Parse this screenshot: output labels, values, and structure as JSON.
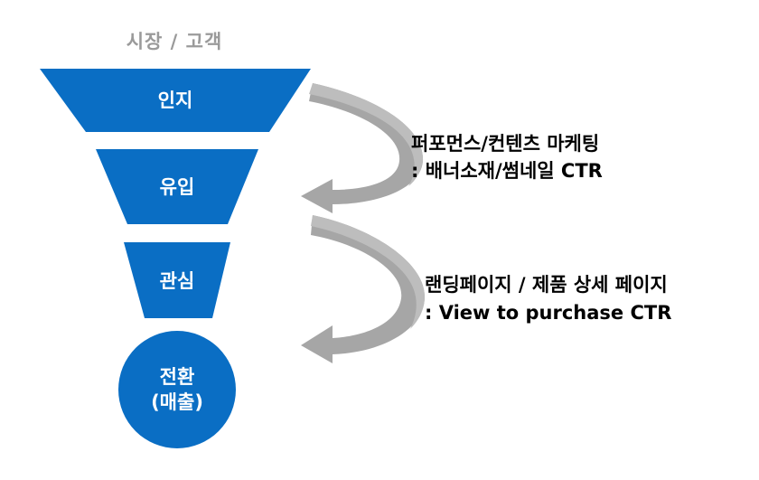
{
  "header": {
    "title": "시장 / 고객"
  },
  "stages": [
    {
      "label": "인지"
    },
    {
      "label": "유입"
    },
    {
      "label": "관심"
    },
    {
      "label_line1": "전환",
      "label_line2": "(매출)"
    }
  ],
  "annotations": [
    {
      "line1": "퍼포먼스/컨텐츠 마케팅",
      "line2": ": 배너소재/썸네일 CTR"
    },
    {
      "line1": "랜딩페이지 / 제품 상세 페이지",
      "line2": ": View to purchase CTR"
    }
  ],
  "colors": {
    "funnel": "#0a6ec4",
    "arrow": "#a9a9a9",
    "header": "#9a9a9a"
  }
}
